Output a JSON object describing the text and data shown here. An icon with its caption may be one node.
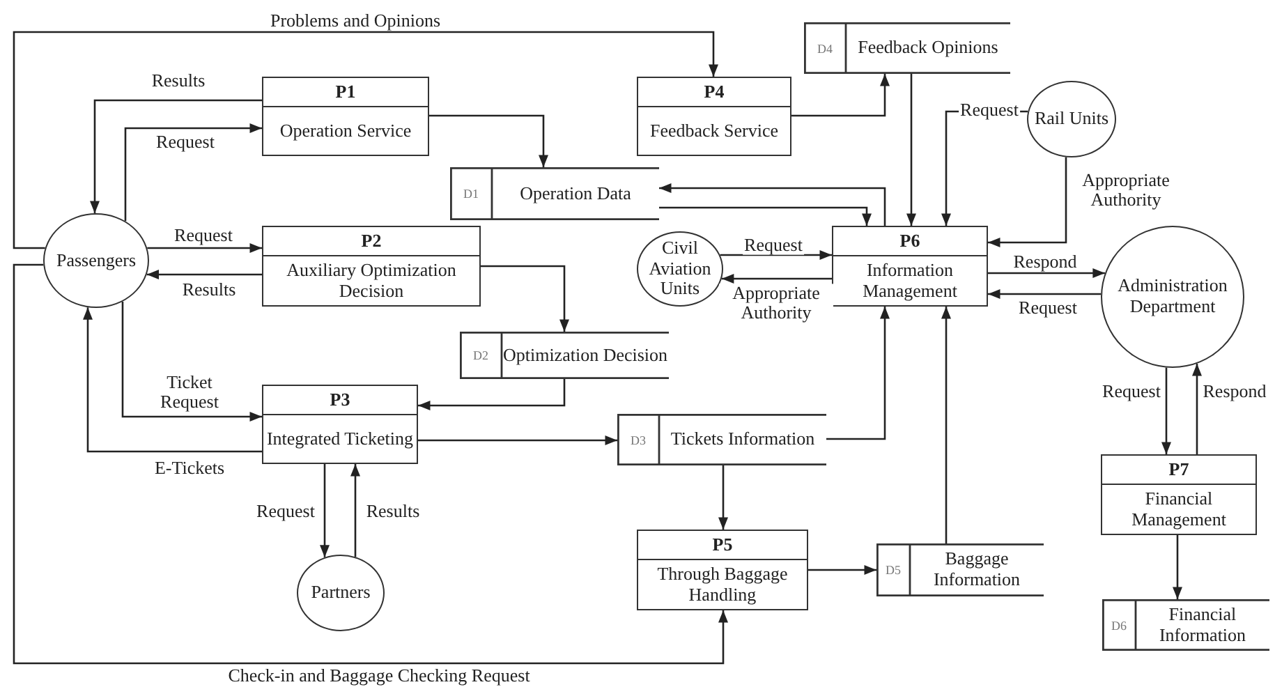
{
  "diagram": {
    "nodes": [
      {
        "text": [
          "Passengers"
        ]
      },
      {
        "text": [
          "P1",
          "Operation Service"
        ]
      },
      {
        "text": [
          "P2",
          "Auxiliary Optimization Decision"
        ]
      },
      {
        "text": [
          "P3",
          "Integrated Ticketing"
        ]
      },
      {
        "text": [
          "P4",
          "Feedback Service"
        ]
      },
      {
        "text": [
          "P6",
          "Information Management"
        ]
      },
      {
        "text": [
          "P5",
          "Through Baggage Handling"
        ]
      },
      {
        "text": [
          "P7",
          "Financial Management"
        ]
      },
      {
        "text": [
          "D1",
          "Operation Data"
        ]
      },
      {
        "text": [
          "D2",
          "Optimization Decision"
        ]
      },
      {
        "text": [
          "D3",
          "Tickets Information"
        ]
      },
      {
        "text": [
          "D4",
          "Feedback Opinions"
        ]
      },
      {
        "text": [
          "D5",
          "Baggage Information"
        ]
      },
      {
        "text": [
          "D6",
          "Financial Information"
        ]
      },
      {
        "text": [
          "Rail Units"
        ]
      },
      {
        "text": [
          "Civil Aviation Units"
        ]
      },
      {
        "text": [
          "Administration Department"
        ]
      },
      {
        "text": [
          "Partners"
        ]
      }
    ],
    "edges": [
      {
        "from": 0,
        "to": 4,
        "arrow": "to",
        "label": "Problems and Opinions"
      },
      {
        "from": 1,
        "to": 0,
        "arrow": "to",
        "label": "Results"
      },
      {
        "from": 0,
        "to": 1,
        "arrow": "to",
        "label": "Request"
      },
      {
        "from": 0,
        "to": 2,
        "arrow": "to",
        "label": "Request"
      },
      {
        "from": 2,
        "to": 0,
        "arrow": "to",
        "label": "Results"
      },
      {
        "from": 1,
        "to": 8,
        "arrow": "to"
      },
      {
        "from": 2,
        "to": 9,
        "arrow": "to"
      },
      {
        "from": 9,
        "to": 3,
        "arrow": "to"
      },
      {
        "from": 0,
        "to": 3,
        "arrow": "to",
        "label": "Ticket Request"
      },
      {
        "from": 3,
        "to": 0,
        "arrow": "to",
        "label": "E-Tickets"
      },
      {
        "from": 3,
        "to": 17,
        "arrow": "to",
        "label": "Request"
      },
      {
        "from": 17,
        "to": 3,
        "arrow": "to",
        "label": "Results"
      },
      {
        "from": 3,
        "to": 10,
        "arrow": "to"
      },
      {
        "from": 10,
        "to": 6,
        "arrow": "to"
      },
      {
        "from": 6,
        "to": 12,
        "arrow": "to"
      },
      {
        "from": 0,
        "to": 6,
        "arrow": "to",
        "label": "Check-in and Baggage Checking Request"
      },
      {
        "from": 5,
        "to": 8,
        "arrow": "to"
      },
      {
        "from": 8,
        "to": 5,
        "arrow": "to"
      },
      {
        "from": 4,
        "to": 11,
        "arrow": "to"
      },
      {
        "from": 11,
        "to": 5,
        "arrow": "to"
      },
      {
        "from": 14,
        "to": 5,
        "arrow": "to",
        "label": "Request"
      },
      {
        "from": 14,
        "to": 5,
        "arrow": "to",
        "label": "Appropriate Authority"
      },
      {
        "from": 15,
        "to": 5,
        "arrow": "to",
        "label": "Request"
      },
      {
        "from": 5,
        "to": 15,
        "arrow": "to",
        "label": "Appropriate Authority"
      },
      {
        "from": 5,
        "to": 16,
        "arrow": "to",
        "label": "Respond"
      },
      {
        "from": 16,
        "to": 5,
        "arrow": "to",
        "label": "Request"
      },
      {
        "from": 10,
        "to": 5,
        "arrow": "to"
      },
      {
        "from": 12,
        "to": 5,
        "arrow": "to"
      },
      {
        "from": 16,
        "to": 7,
        "arrow": "to",
        "label": "Request"
      },
      {
        "from": 7,
        "to": 16,
        "arrow": "to",
        "label": "Respond"
      },
      {
        "from": 7,
        "to": 13,
        "arrow": "to"
      }
    ]
  }
}
